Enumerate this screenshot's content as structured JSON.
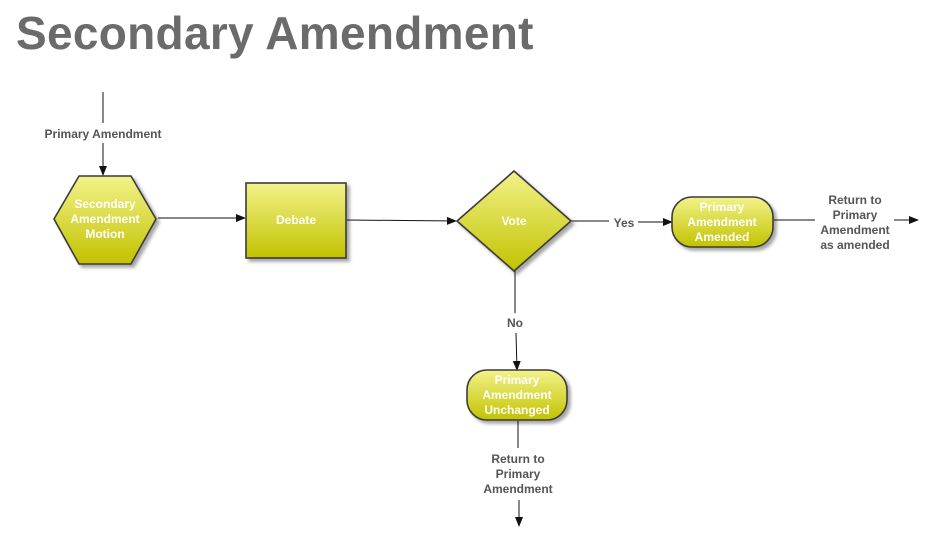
{
  "title": "Secondary Amendment",
  "colors": {
    "node_fill_top": "#f2f28a",
    "node_fill_bottom": "#c2c200",
    "node_text": "#ffffff",
    "label_text": "#555555",
    "title_text": "#6b6b6b"
  },
  "nodes": {
    "motion": {
      "shape": "hexagon",
      "lines": [
        "Secondary",
        "Amendment",
        "Motion"
      ]
    },
    "debate": {
      "shape": "rectangle",
      "lines": [
        "Debate"
      ]
    },
    "vote": {
      "shape": "diamond",
      "lines": [
        "Vote"
      ]
    },
    "amended": {
      "shape": "rounded-rectangle",
      "lines": [
        "Primary",
        "Amendment",
        "Amended"
      ]
    },
    "unchanged": {
      "shape": "rounded-rectangle",
      "lines": [
        "Primary",
        "Amendment",
        "Unchanged"
      ]
    }
  },
  "labels": {
    "entry": [
      "Primary Amendment"
    ],
    "yes": [
      "Yes"
    ],
    "no": [
      "No"
    ],
    "return_amended": [
      "Return to",
      "Primary",
      "Amendment",
      "as amended"
    ],
    "return_unchanged": [
      "Return to",
      "Primary",
      "Amendment"
    ]
  }
}
